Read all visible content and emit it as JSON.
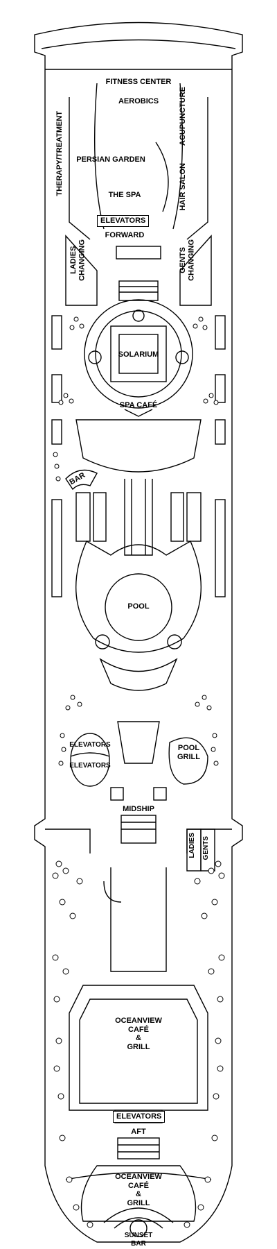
{
  "deck_plan": {
    "areas": {
      "fitness_center": "FITNESS CENTER",
      "aerobics": "AEROBICS",
      "acupuncture": "ACUPUNCTURE",
      "therapy_treatment": "THERAPY/TREATMENT",
      "persian_garden": "PERSIAN GARDEN",
      "hair_salon": "HAIR SALON",
      "the_spa": "THE SPA",
      "elevators_forward": "ELEVATORS",
      "forward": "FORWARD",
      "ladies_changing": "LADIES\nCHANGING",
      "gents_changing": "GENTS\nCHANGING",
      "solarium": "SOLARIUM",
      "spa_cafe": "SPA CAFÉ",
      "bar": "BAR",
      "pool": "POOL",
      "elevators_mid_top": "ELEVATORS",
      "elevators_mid_bottom": "ELEVATORS",
      "pool_grill": "POOL\nGRILL",
      "midship": "MIDSHIP",
      "ladies": "LADIES",
      "gents": "GENTS",
      "oceanview_cafe_1": "OCEANVIEW\nCAFÉ\n&\nGRILL",
      "elevators_aft": "ELEVATORS",
      "aft": "AFT",
      "oceanview_cafe_2": "OCEANVIEW\nCAFÉ\n&\nGRILL",
      "sunset_bar": "SUNSET\nBAR"
    },
    "colors": {
      "line": "#000000",
      "background": "#ffffff"
    }
  }
}
